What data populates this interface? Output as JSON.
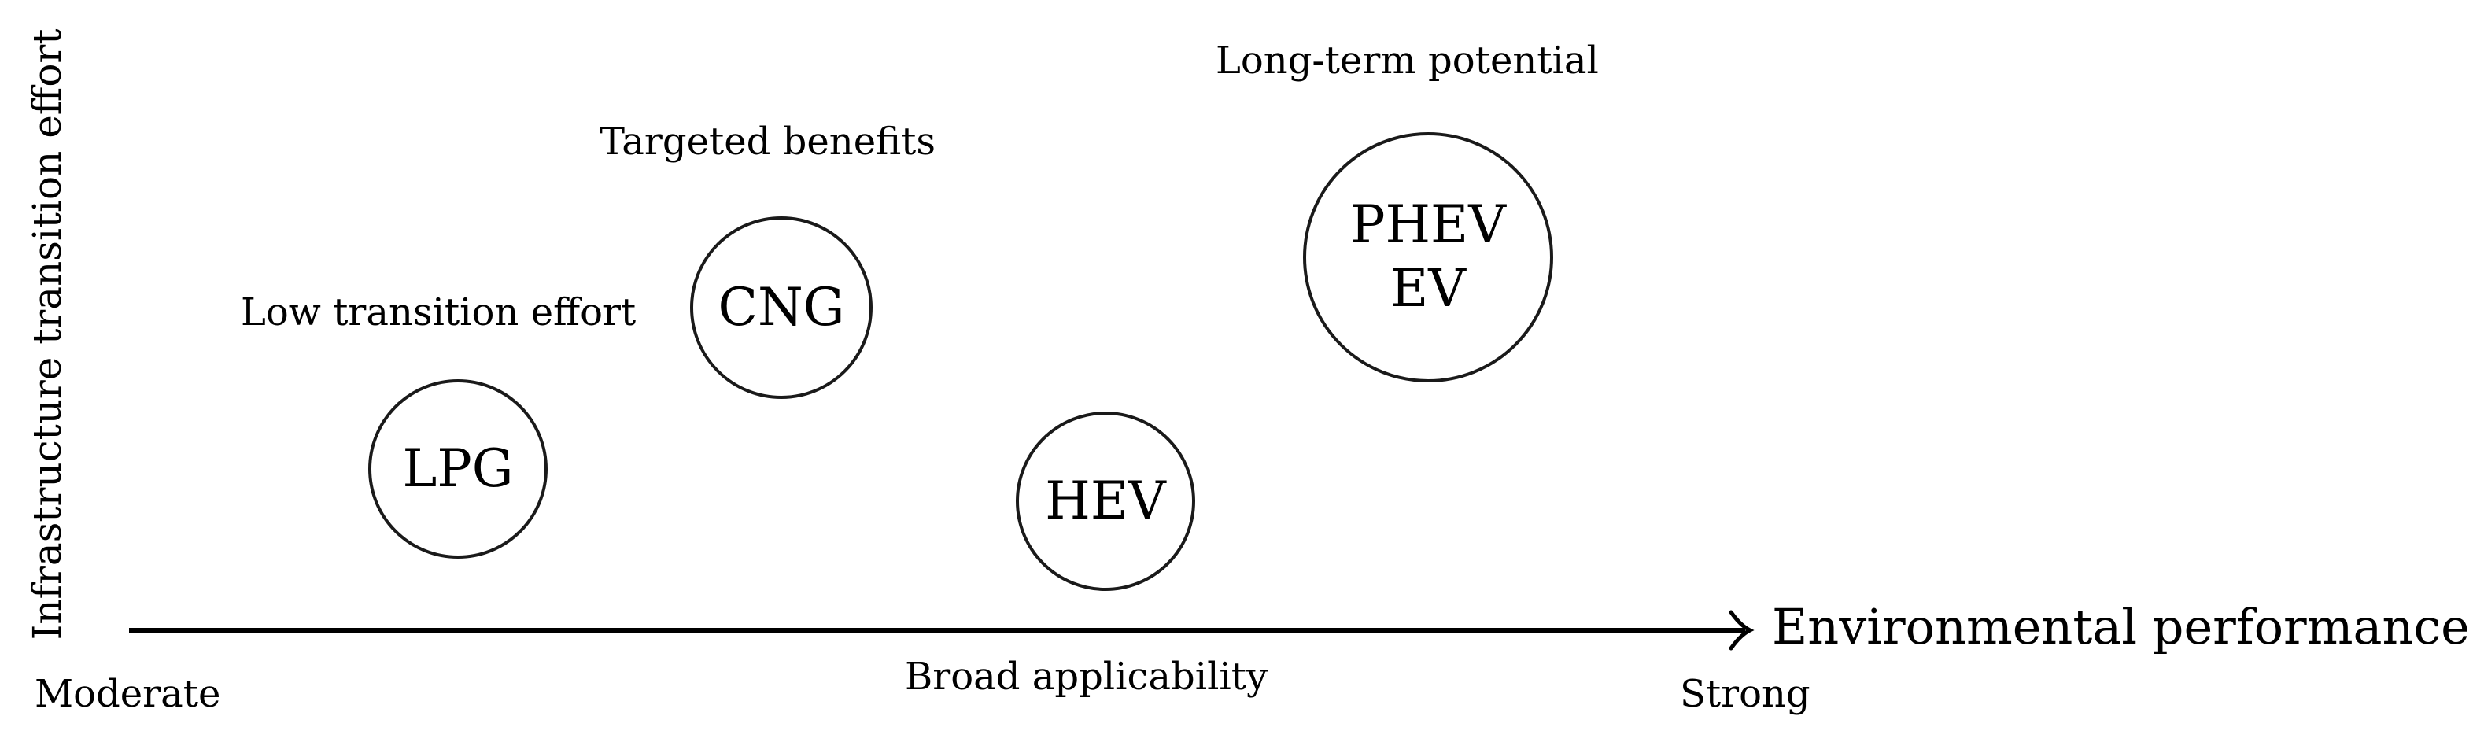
{
  "diagram": {
    "y_axis": {
      "label": "Infrastructure transition effort"
    },
    "x_axis": {
      "label": "Environmental performance",
      "start_label": "Moderate",
      "end_label": "Strong",
      "middle_label": "Broad applicability"
    },
    "annotations": {
      "low_effort": "Low transition effort",
      "targeted": "Targeted benefits",
      "long_term": "Long-term potential"
    },
    "nodes": [
      {
        "id": "lpg",
        "lines": [
          "LPG"
        ]
      },
      {
        "id": "cng",
        "lines": [
          "CNG"
        ]
      },
      {
        "id": "hev",
        "lines": [
          "HEV"
        ]
      },
      {
        "id": "phev-ev",
        "lines": [
          "PHEV",
          "EV"
        ]
      }
    ],
    "colors": {
      "stroke": "#1a1a1a",
      "text": "#000000",
      "background": "#ffffff"
    }
  },
  "chart_data": {
    "type": "scatter",
    "title": "",
    "xlabel": "Environmental performance",
    "ylabel": "Infrastructure transition effort",
    "x_range_labels": [
      "Moderate",
      "Strong"
    ],
    "points": [
      {
        "label": "LPG",
        "x_rel": 0.2,
        "y_rel": 0.3,
        "size": "medium",
        "annotation": ""
      },
      {
        "label": "CNG",
        "x_rel": 0.4,
        "y_rel": 0.62,
        "size": "medium",
        "annotation": "Low transition effort / Targeted benefits"
      },
      {
        "label": "HEV",
        "x_rel": 0.6,
        "y_rel": 0.25,
        "size": "medium",
        "annotation": "Broad applicability"
      },
      {
        "label": "PHEV / EV",
        "x_rel": 0.8,
        "y_rel": 0.72,
        "size": "large",
        "annotation": "Long-term potential"
      }
    ],
    "grid": false,
    "legend": "none"
  }
}
